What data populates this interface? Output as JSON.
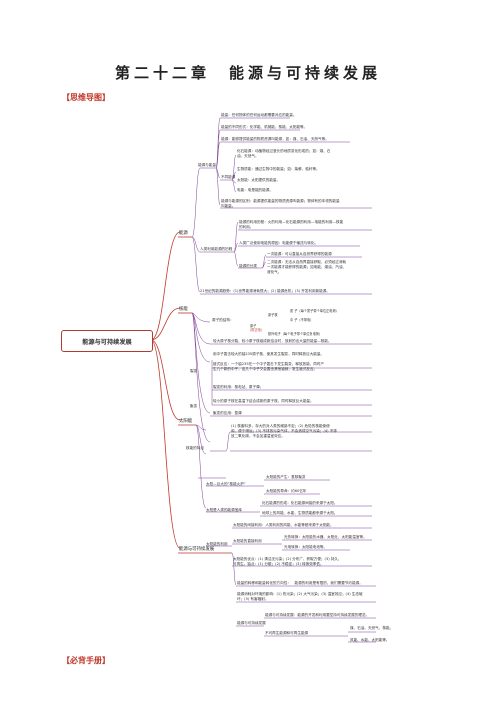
{
  "page_title": "第二十二章　能源与可持续发展",
  "section1": "【思维导图】",
  "section2": "【必背手册】",
  "root": "能源与可持续发展",
  "branches": {
    "energy": "能源",
    "nuclear": "核能",
    "sun": "太阳能",
    "sustain": "能源与可持续发展"
  },
  "energy": {
    "sub1": "能源与能量",
    "sub2": "人类利用能源的历程",
    "l1": "能量：任何物体的任何运动都需要对应的能量。",
    "l2": "能量的不同形式：化学能、机械能、核能、太阳能等。",
    "l3": "能源：能够提供能量的物质资源叫能源，如：煤、石油、天然气等。",
    "class_label": "不同能源",
    "c1": "化石能源：动植物经过漫长的地质变化形成的；如：煤、石",
    "c1b": "油、天然气。",
    "c2": "生物质能：通过生物中的能量；如：柴薪、秸秆等。",
    "c3": "太阳能：太阳提供的能量。",
    "c4": "电能：电是能的能源。",
    "l4": "能源与能源的区别：能源提供能量的物质资源叫能源；物体有的本领的能量",
    "l4b": "叫能量。",
    "h1": "能源的利用历程：火的利用—化石能源的利用—电能的利用—核能",
    "h1b": "的利用。",
    "h2": "人类广泛使用电能的原因：电能便于输送与转化。",
    "cls_label": "能源的分类",
    "k1": "一次能源：可以直接从自然界获得的能源",
    "k2": "二次能源：无法从自然界直接获取，必须经过消耗",
    "k2b": "一次能源才能获得的能源；如电能、煤油、汽油、",
    "k2c": "液化气。",
    "h3": "21世纪的能源趋势：(1)世界能源消耗很大；(2) 能源危机；(3) 开发利用新能源。"
  },
  "nuclear": {
    "struct_label": "原子的结构：",
    "atom": "原子",
    "nucleus": "原子核",
    "nucleus_note": "质  子（每个质子带个单位正电荷）",
    "neutron": "中  子（不带电）",
    "electron": "核外电子（每个电子带个单位负电荷）",
    "atom_note": "（带正电）",
    "fission_label": "裂变",
    "fusion_label": "聚变",
    "n1": "较大原子核分裂、较小原子核组成新结合时，放射的出大量的能量—核能。",
    "f1": "用中子轰击较大的铀235原子核，使其发生裂变，同时释放巨大能量。",
    "f2": "链式反应：一个铀235在一个中子轰击下发生裂变，释放放能，同时产",
    "f2b": "生几个新的中子，这几个中子又会轰击其他铀核，发生链式反应。",
    "f3": "裂变的利用：核电站、原子弹。",
    "u1": "较小的原子核在高温下结合成新的原子核，同时释放巨大能量。",
    "u2": "聚变的应用：氢弹",
    "feat_label": "核能的特点",
    "feat1": "(1) 核废料多，存大的对人类的威胁不定；(2) 危险的核能使使",
    "feat1b": "用，便于储运；(3) 不排放污染气体，不会造成空气污染；(4) 不排",
    "feat1c": "放二氧化碳，不会加重温室效应。"
  },
  "sun": {
    "s1": "太阳—巨大的“核能火炉”",
    "s1a": "太阳能的产生：氢核聚变",
    "s1b": "太阳能的寿命：约60亿年",
    "s2": "太阳是人类的能源宝库",
    "s2a": "化石能源的形成：化石能源间接的来源于太阳。",
    "s2b": "地球上的风能、水能、生物质能都来源于太阳。",
    "s3": "太阳能的利用",
    "s3a": "太阳能的间接利用：人类利用的风能、水能等都来源于太阳能。",
    "s3b": "太阳能的直接利用",
    "s3b1": "光热转换：太阳能热水器、太阳灶、太阳能温室等。",
    "s3b2": "光电转换：太阳能电池等。",
    "s3c": "太阳能的优点：(1) 清洁无污染；(2) 分布广、获取方便；(3) 持久、",
    "s3cb": "可再生。缺点：(1) 分散；(2) 不稳定；(3) 转换效率低。"
  },
  "sustain": {
    "t1": "能量的转移和能量转化的方向性：　能源的利用是有限的，我们需要节约能源。",
    "t2": "能源消耗对环境的影响：(1) 热污染；(2) 大气污染；(3) 温室效应；(4) 生态破",
    "t2b": "坏；(5) 有害辐射。",
    "t3": "能源与可持续发展",
    "t3a": "能源与可持续发展：能源的开发和利用要坚持可持续发展的理念。",
    "t3b": "不可再生能源和可再生能源",
    "t3b1": "煤、石油、天然气、核能。",
    "t3b2": "风能、水能、太阳能等。"
  },
  "colors": {
    "accent": "#c0392b",
    "branch_line": "#c0392b",
    "leaf_line": "#7d3c98"
  }
}
